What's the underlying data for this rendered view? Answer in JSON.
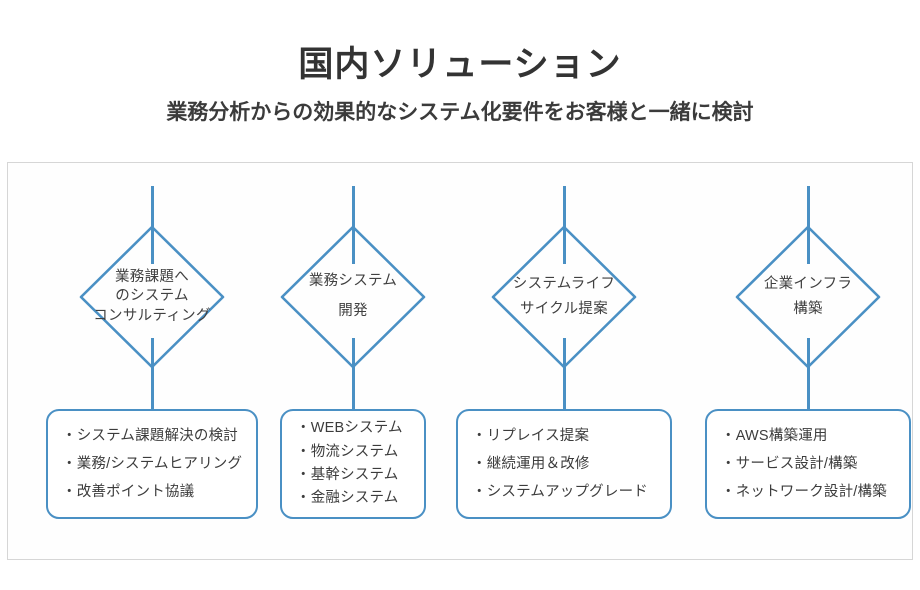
{
  "heading": {
    "title": "国内ソリューション",
    "subtitle": "業務分析からの効果的なシステム化要件をお客様と一緒に検討"
  },
  "theme": {
    "accent": "#4a90c4",
    "frame_border": "#d6d6d6",
    "text": "#3a3a3a",
    "background": "#ffffff"
  },
  "columns": [
    {
      "id": "consulting",
      "diamond_lines": [
        "業務課題へ",
        "のシステム",
        "コンサルティング"
      ],
      "bullets": [
        "・システム課題解決の検討",
        "・業務/システムヒアリング",
        "・改善ポイント協議"
      ]
    },
    {
      "id": "system-development",
      "diamond_lines": [
        "業務システム",
        "開発"
      ],
      "bullets": [
        "・WEBシステム",
        "・物流システム",
        "・基幹システム",
        "・金融システム"
      ]
    },
    {
      "id": "lifecycle",
      "diamond_lines": [
        "システムライフ",
        "サイクル提案"
      ],
      "bullets": [
        "・リプレイス提案",
        "・継続運用＆改修",
        "・システムアップグレード"
      ]
    },
    {
      "id": "infrastructure",
      "diamond_lines": [
        "企業インフラ",
        "構築"
      ],
      "bullets": [
        "・AWS構築運用",
        "・サービス設計/構築",
        "・ネットワーク設計/構築"
      ]
    }
  ]
}
